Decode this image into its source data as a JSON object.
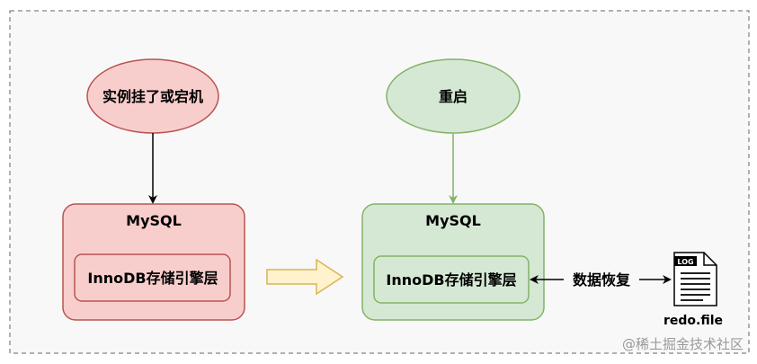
{
  "diagram": {
    "crash_node": {
      "label": "实例挂了或宕机",
      "fill": "#f8cecc",
      "stroke": "#b85450"
    },
    "restart_node": {
      "label": "重启",
      "fill": "#d5e8d4",
      "stroke": "#82b366"
    },
    "mysql_before": {
      "title": "MySQL",
      "engine_label": "InnoDB存储引擎层",
      "fill": "#f8cecc",
      "stroke": "#b85450"
    },
    "mysql_after": {
      "title": "MySQL",
      "engine_label": "InnoDB存储引擎层",
      "fill": "#d5e8d4",
      "stroke": "#82b366"
    },
    "transition_arrow": {
      "fill": "#fff2cc",
      "stroke": "#d6b656"
    },
    "recovery_edge": {
      "label": "数据恢复"
    },
    "redo_file": {
      "icon_text": "LOG",
      "label": "redo.file"
    },
    "frame": {
      "stroke": "#666666",
      "background": "#f8f8f8"
    }
  },
  "watermark": "@稀土掘金技术社区"
}
